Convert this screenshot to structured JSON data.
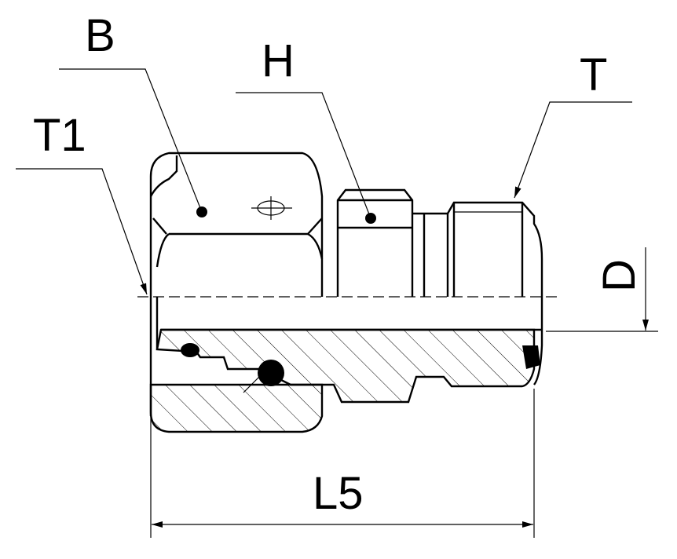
{
  "title": "Fitting drawing",
  "labels": {
    "b": "B",
    "h": "H",
    "t": "T",
    "t1": "T1",
    "d": "D",
    "l5": "L5"
  }
}
